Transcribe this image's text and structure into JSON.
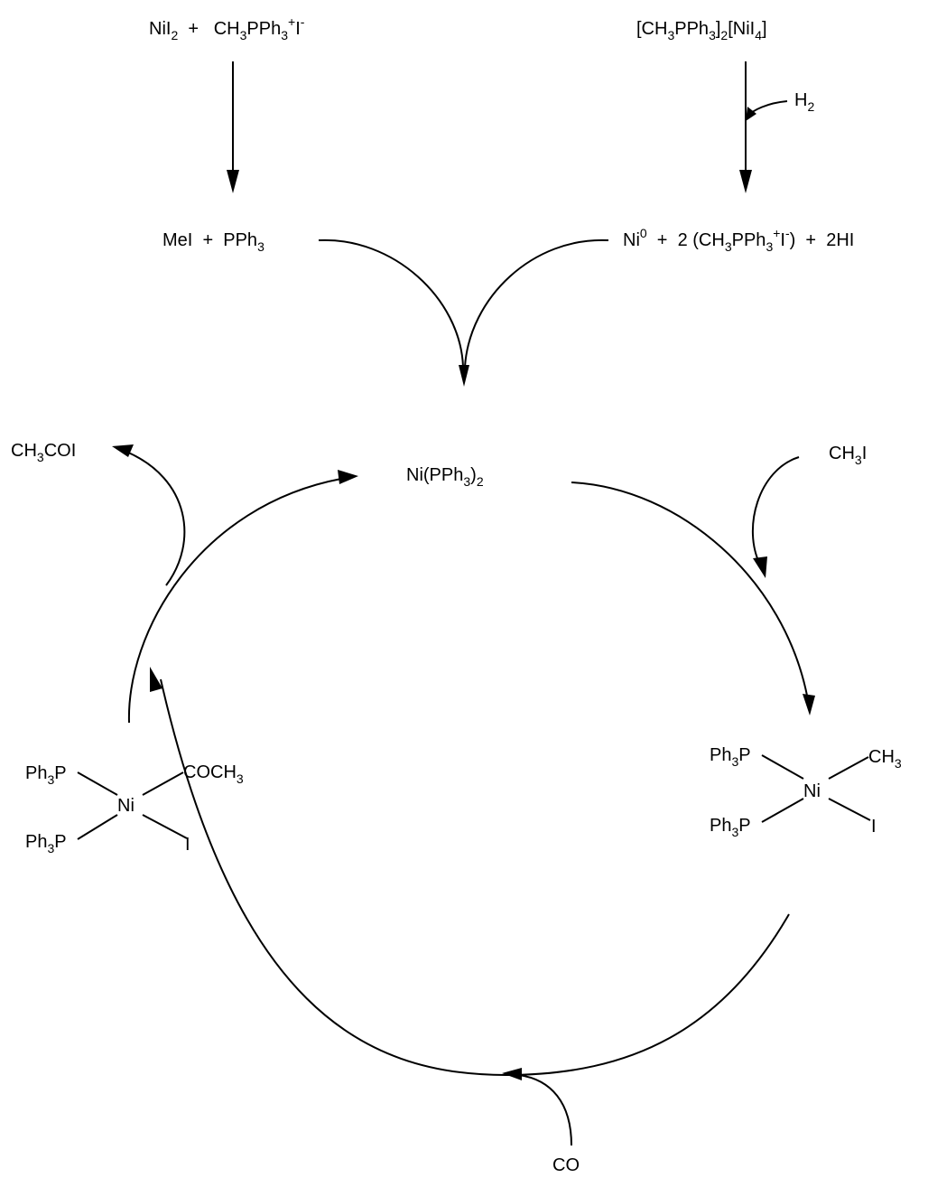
{
  "reactants_left": [
    {
      "t": "NiI"
    },
    {
      "t": "2",
      "s": "sub"
    },
    {
      "t": "  +   CH"
    },
    {
      "t": "3",
      "s": "sub"
    },
    {
      "t": "PPh"
    },
    {
      "t": "3",
      "s": "sub"
    },
    {
      "t": "+",
      "s": "sup"
    },
    {
      "t": "I"
    },
    {
      "t": "-",
      "s": "sup"
    }
  ],
  "reactants_right": [
    {
      "t": "[CH"
    },
    {
      "t": "3",
      "s": "sub"
    },
    {
      "t": "PPh"
    },
    {
      "t": "3",
      "s": "sub"
    },
    {
      "t": "]"
    },
    {
      "t": "2",
      "s": "sub"
    },
    {
      "t": "[NiI"
    },
    {
      "t": "4",
      "s": "sub"
    },
    {
      "t": "]"
    }
  ],
  "h2_reagent": [
    {
      "t": "H"
    },
    {
      "t": "2",
      "s": "sub"
    }
  ],
  "products_left": [
    {
      "t": "MeI  +  PPh"
    },
    {
      "t": "3",
      "s": "sub"
    }
  ],
  "products_right": [
    {
      "t": "Ni"
    },
    {
      "t": "0",
      "s": "sup"
    },
    {
      "t": "  +  2 (CH"
    },
    {
      "t": "3",
      "s": "sub"
    },
    {
      "t": "PPh"
    },
    {
      "t": "3",
      "s": "sub"
    },
    {
      "t": "+",
      "s": "sup"
    },
    {
      "t": "I"
    },
    {
      "t": "-",
      "s": "sup"
    },
    {
      "t": ")  +  2HI"
    }
  ],
  "catalyst": [
    {
      "t": "Ni(PPh"
    },
    {
      "t": "3",
      "s": "sub"
    },
    {
      "t": ")"
    },
    {
      "t": "2",
      "s": "sub"
    }
  ],
  "product_out": [
    {
      "t": "CH"
    },
    {
      "t": "3",
      "s": "sub"
    },
    {
      "t": "COI"
    }
  ],
  "substrate_in": [
    {
      "t": "CH"
    },
    {
      "t": "3",
      "s": "sub"
    },
    {
      "t": "I"
    }
  ],
  "co_in": [
    {
      "t": "CO"
    }
  ],
  "acyl_complex": {
    "p_top": [
      {
        "t": "Ph"
      },
      {
        "t": "3",
        "s": "sub"
      },
      {
        "t": "P"
      }
    ],
    "p_bottom": [
      {
        "t": "Ph"
      },
      {
        "t": "3",
        "s": "sub"
      },
      {
        "t": "P"
      }
    ],
    "metal": [
      {
        "t": "Ni"
      }
    ],
    "ligand_top": [
      {
        "t": "COCH"
      },
      {
        "t": "3",
        "s": "sub"
      }
    ],
    "ligand_bottom": [
      {
        "t": "I"
      }
    ]
  },
  "methyl_complex": {
    "p_top": [
      {
        "t": "Ph"
      },
      {
        "t": "3",
        "s": "sub"
      },
      {
        "t": "P"
      }
    ],
    "p_bottom": [
      {
        "t": "Ph"
      },
      {
        "t": "3",
        "s": "sub"
      },
      {
        "t": "P"
      }
    ],
    "metal": [
      {
        "t": "Ni"
      }
    ],
    "ligand_top": [
      {
        "t": "CH"
      },
      {
        "t": "3",
        "s": "sub"
      }
    ],
    "ligand_bottom": [
      {
        "t": "I"
      }
    ]
  }
}
